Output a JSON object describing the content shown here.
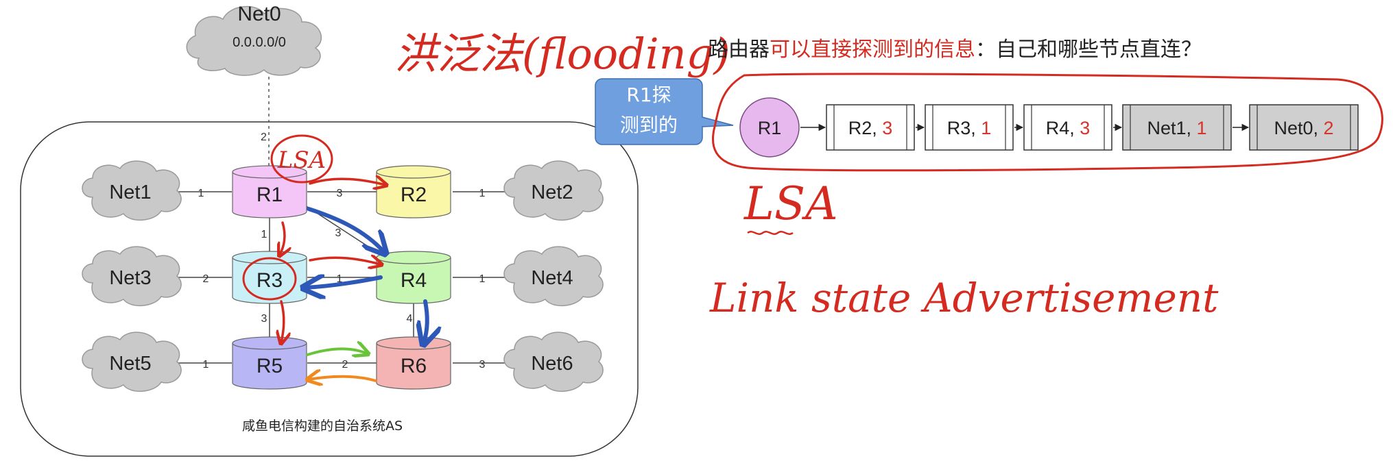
{
  "as_diagram": {
    "internet": {
      "label": "Net0",
      "prefix": "0.0.0.0/0",
      "link_cost": "2"
    },
    "caption": "咸鱼电信构建的自治系统AS",
    "routers": [
      {
        "id": "R1",
        "color": "#f4c6f7"
      },
      {
        "id": "R2",
        "color": "#fbf7a9"
      },
      {
        "id": "R3",
        "color": "#c9f0f7"
      },
      {
        "id": "R4",
        "color": "#c7f7b3"
      },
      {
        "id": "R5",
        "color": "#b9b6f5"
      },
      {
        "id": "R6",
        "color": "#f4b4b4"
      }
    ],
    "networks": [
      "Net1",
      "Net2",
      "Net3",
      "Net4",
      "Net5",
      "Net6"
    ],
    "link_costs": {
      "net1_r1": "1",
      "r1_r2": "3",
      "r2_net2": "1",
      "r1_r4": "3",
      "r1_r3": "1",
      "net3_r3": "2",
      "r3_r4": "1",
      "r4_net4": "1",
      "r3_r5": "3",
      "r4_r6": "4",
      "net5_r5": "1",
      "r5_r6": "2",
      "r6_net6": "3"
    },
    "annotation_lsa_circle": "LSA"
  },
  "annotations": {
    "flooding_title": "洪泛法(flooding)",
    "question_prefix": "路由器",
    "question_highlight": "可以直接探测到的信息",
    "question_suffix": "：自己和哪些节点直连？",
    "callout": [
      "R1探",
      "测到的"
    ],
    "lsa_label": "LSA",
    "lsa_full": "Link state Advertisement"
  },
  "lsa_list": {
    "source": "R1",
    "entries": [
      {
        "node": "R2",
        "cost": "3",
        "type": "router"
      },
      {
        "node": "R3",
        "cost": "1",
        "type": "router"
      },
      {
        "node": "R4",
        "cost": "3",
        "type": "router"
      },
      {
        "node": "Net1",
        "cost": "1",
        "type": "network"
      },
      {
        "node": "Net0",
        "cost": "2",
        "type": "network"
      }
    ]
  },
  "colors": {
    "annotation_red": "#d42a1f",
    "flood_blue": "#2d58b8",
    "flood_green": "#6ac43a",
    "flood_orange": "#f08a1e",
    "callout_blue": "#6f9fde",
    "cost_red": "#d8332a",
    "cloud_gray": "#c9c9c9"
  }
}
